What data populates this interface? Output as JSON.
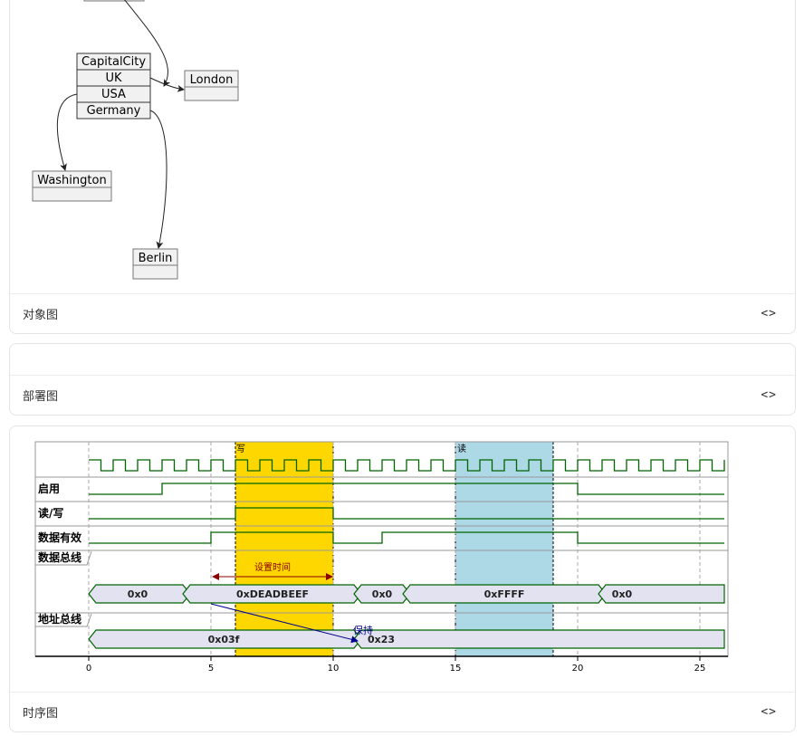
{
  "cards": {
    "object_diagram": {
      "title": "对象图",
      "code_toggle": "<>",
      "map_object": {
        "rows": [
          "CapitalCity",
          "UK",
          "USA",
          "Germany"
        ]
      },
      "objects": {
        "london": "London",
        "washington": "Washington",
        "berlin": "Berlin"
      }
    },
    "deployment_diagram": {
      "title": "部署图",
      "code_toggle": "<>"
    },
    "timing_diagram": {
      "title": "时序图",
      "code_toggle": "<>",
      "highlights": [
        {
          "label": "写",
          "from": 6,
          "to": 10,
          "color": "#FFD700"
        },
        {
          "label": "读",
          "from": 15,
          "to": 19,
          "color": "#ADD8E6"
        }
      ],
      "signals": {
        "enable": "启用",
        "rw": "读/写",
        "data_valid": "数据有效",
        "data_bus": "数据总线",
        "addr_bus": "地址总线"
      },
      "data_bus_values": [
        "0x0",
        "0xDEADBEEF",
        "0x0",
        "0xFFFF",
        "0x0"
      ],
      "addr_bus_values": [
        "0x03f",
        "0x23"
      ],
      "annotations": {
        "setup_time": "设置时间",
        "hold": "保持"
      },
      "axis_ticks": [
        "0",
        "5",
        "10",
        "15",
        "20",
        "25"
      ],
      "colors": {
        "signal": "#006400",
        "bus_fill": "#E2E2F0",
        "setup_arrow": "#8B0000",
        "hold_arrow": "#00008B"
      }
    }
  }
}
